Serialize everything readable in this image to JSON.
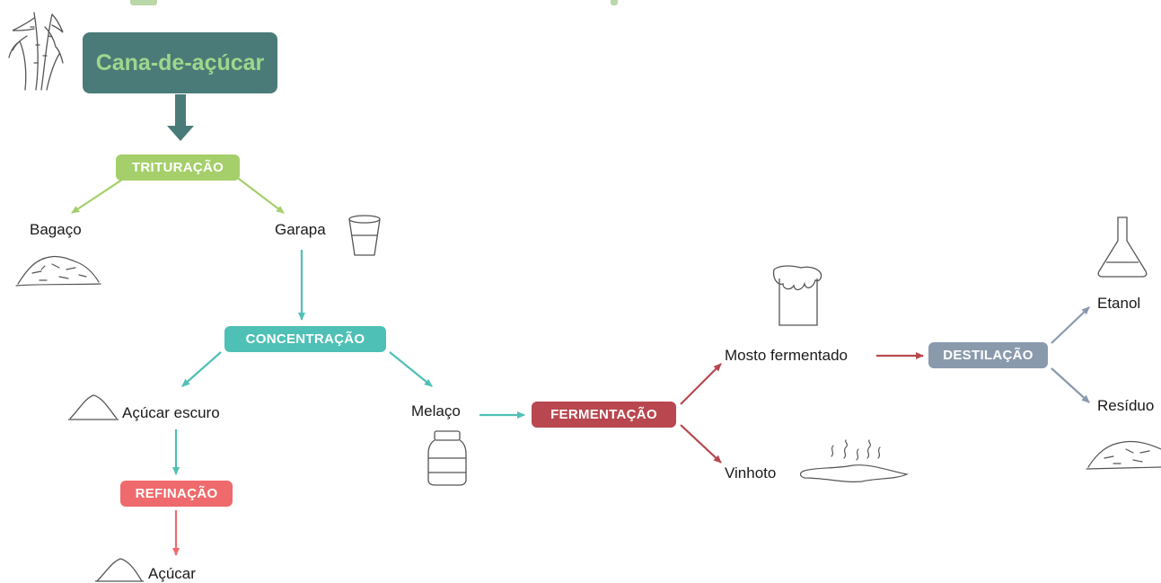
{
  "diagram": {
    "source": "Cana-de-açúcar",
    "stages": {
      "trituracao": "TRITURAÇÃO",
      "concentracao": "CONCENTRAÇÃO",
      "refinacao": "REFINAÇÃO",
      "fermentacao": "FERMENTAÇÃO",
      "destilacao": "DESTILAÇÃO"
    },
    "products": {
      "bagaco": "Bagaço",
      "garapa": "Garapa",
      "acucar_escuro": "Açúcar escuro",
      "melaco": "Melaço",
      "acucar": "Açúcar",
      "mosto": "Mosto fermentado",
      "vinhoto": "Vinhoto",
      "etanol": "Etanol",
      "residuo": "Resíduo"
    },
    "icons": [
      "sugarcane-icon",
      "bagasse-pile-icon",
      "glass-icon",
      "sugar-pile-icon",
      "jar-icon",
      "overflowing-beaker-icon",
      "steaming-puddle-icon",
      "flask-icon",
      "residue-pile-icon"
    ],
    "colors": {
      "source_box": "#4a7b78",
      "source_text": "#9fd68c",
      "trituracao": "#a5cf6a",
      "concentracao": "#4fc0b5",
      "refinacao": "#ef6a6c",
      "fermentacao": "#b8474f",
      "destilacao": "#8a9aad",
      "arrow_main": "#4a7b78",
      "icon_stroke": "#555555"
    }
  }
}
